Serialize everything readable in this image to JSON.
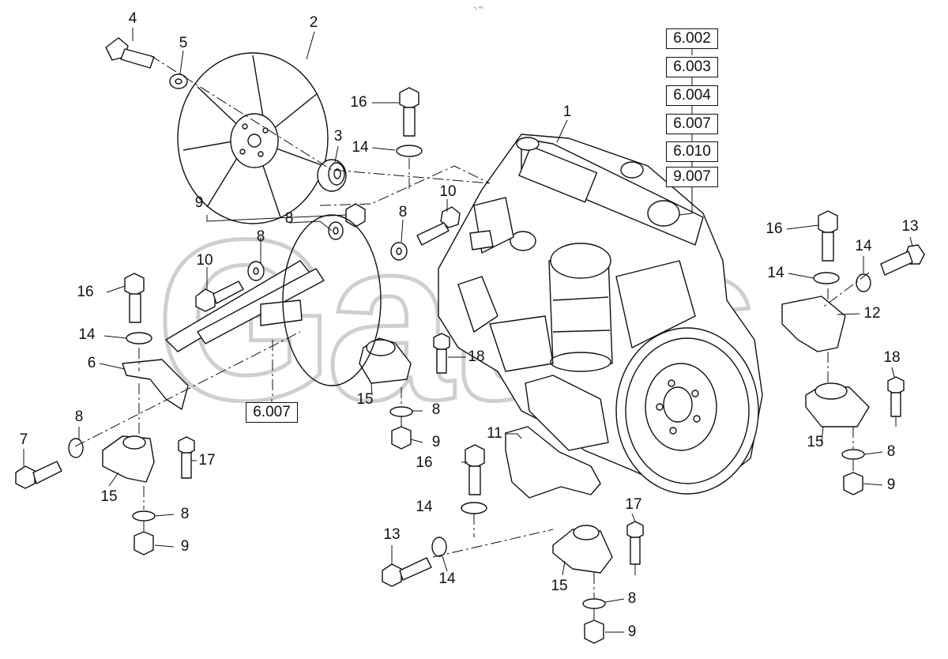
{
  "header_mark": "⁰₀ ⁰⁰⁰",
  "watermark": "Gates",
  "callouts": {
    "c1": "1",
    "c2": "2",
    "c3": "3",
    "c4": "4",
    "c5": "5",
    "c6": "6",
    "c7": "7",
    "c8a": "8",
    "c8b": "8",
    "c8c": "8",
    "c8d": "8",
    "c8e": "8",
    "c8f": "8",
    "c8g": "8",
    "c9a": "9",
    "c9b": "9",
    "c9c": "9",
    "c9d": "9",
    "c9e": "9",
    "c10a": "10",
    "c10b": "10",
    "c11": "11",
    "c12": "12",
    "c13a": "13",
    "c13b": "13",
    "c14a": "14",
    "c14b": "14",
    "c14c": "14",
    "c14d": "14",
    "c14e": "14",
    "c14f": "14",
    "c15a": "15",
    "c15b": "15",
    "c15c": "15",
    "c15d": "15",
    "c16a": "16",
    "c16b": "16",
    "c16c": "16",
    "c16d": "16",
    "c17a": "17",
    "c17b": "17",
    "c18a": "18",
    "c18b": "18"
  },
  "references": {
    "r1": "6.002",
    "r2": "6.003",
    "r3": "6.004",
    "r4": "6.007",
    "r5": "6.010",
    "r6": "9.007",
    "r7": "6.007"
  }
}
